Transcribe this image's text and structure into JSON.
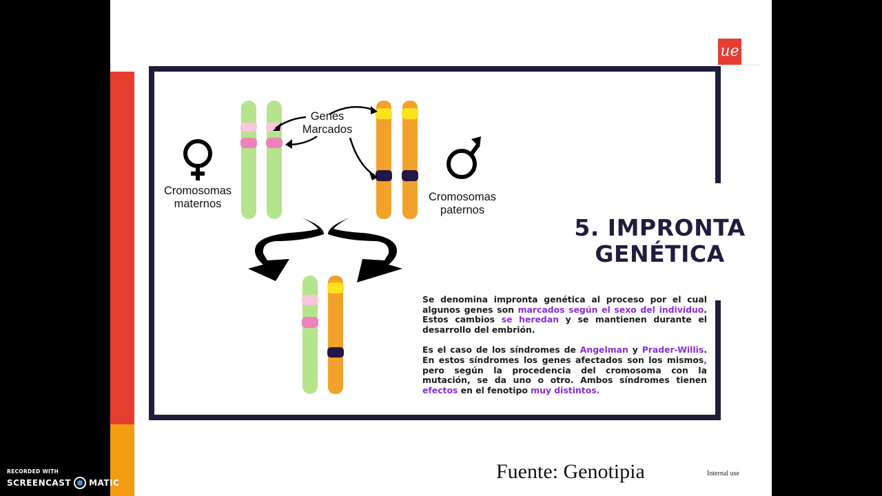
{
  "slide": {
    "title_line1": "5. IMPRONTA",
    "title_line2": "GENÉTICA",
    "logo_text": "ue",
    "diagram": {
      "genes_label_line1": "Genes",
      "genes_label_line2": "Marcados",
      "maternal_label_line1": "Cromosomas",
      "maternal_label_line2": "maternos",
      "paternal_label_line1": "Cromosomas",
      "paternal_label_line2": "paternos",
      "female_symbol": "♀",
      "male_symbol": "♂"
    },
    "paragraph1": {
      "t1": "Se denomina impronta genética al proceso por el cual algunos genes son ",
      "h1": "marcados según el sexo del individuo",
      "t2": ". Estos cambios ",
      "h2": "se heredan",
      "t3": " y se mantienen durante el desarrollo del embrión."
    },
    "paragraph2": {
      "t1": "Es el caso de los síndromes de ",
      "h1": "Angelman",
      "t2": " y ",
      "h2": "Prader-Willis",
      "t3": ". En estos síndromes los genes afectados son los mismos",
      "h3": ",",
      "t4": " pero según la procedencia del cromosoma con la mutación, se da uno o otro. Ambos síndromes tienen ",
      "h4": "efectos",
      "t5": " en el fenotipo ",
      "h5": "muy distintos."
    },
    "source": "Fuente: Genotipia",
    "internal_use": "Internal use"
  },
  "watermark": {
    "line1": "RECORDED WITH",
    "left": "SCREENCAST",
    "right": "MATIC"
  },
  "colors": {
    "accent_red": "#e53e31",
    "accent_orange": "#f39c12",
    "navy": "#1f1e3e",
    "highlight_purple": "#8a2be2",
    "chromosome_green": "#b5e48c",
    "chromosome_orange": "#f2a22b"
  }
}
